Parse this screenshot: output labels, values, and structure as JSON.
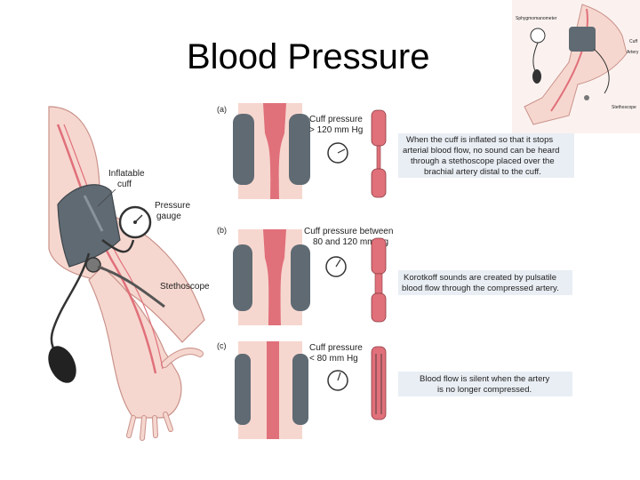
{
  "slide": {
    "title": "Blood Pressure"
  },
  "arm_figure": {
    "cuff_label": [
      "Inflatable",
      "cuff"
    ],
    "gauge_label": [
      "Pressure",
      "gauge"
    ],
    "stethoscope_label": "Stethoscope"
  },
  "panels": [
    {
      "letter": "(a)",
      "pressure_label": [
        "Cuff pressure",
        "> 120 mm Hg"
      ],
      "description": [
        "When the cuff is inflated so that it stops",
        "arterial blood flow, no sound can be heard",
        "through a stethoscope placed over the",
        "brachial artery distal to the cuff."
      ]
    },
    {
      "letter": "(b)",
      "pressure_label": [
        "Cuff pressure between",
        "80 and 120 mm Hg"
      ],
      "description": [
        "Korotkoff sounds are created by pulsatile",
        "blood flow through the compressed artery."
      ]
    },
    {
      "letter": "(c)",
      "pressure_label": [
        "Cuff pressure",
        "< 80 mm Hg"
      ],
      "description": [
        "Blood flow is silent when the artery",
        "is no longer compressed."
      ]
    }
  ],
  "thumbnail": {
    "sphyg_label": "Sphygmomanometer",
    "cuff_label": "Cuff",
    "artery_label": "Artery",
    "stethoscope_label": "Stethoscope"
  },
  "colors": {
    "skin": "#f6d7cf",
    "artery": "#e0707a",
    "cuff": "#5f6a73",
    "description_box": "#e9eef4"
  }
}
